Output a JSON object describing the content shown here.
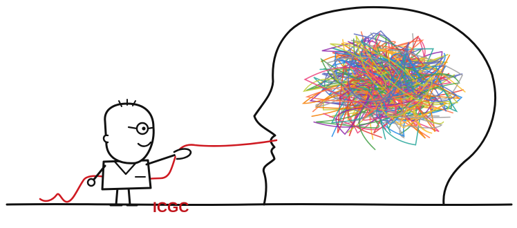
{
  "label": {
    "text": "ICGC",
    "color": "#c0141b"
  },
  "colors": {
    "ink": "#111111",
    "cord": "#cf1a22",
    "tangle": [
      "#e53935",
      "#f57c00",
      "#fbc02d",
      "#8e24aa",
      "#1e88e5",
      "#43a047",
      "#26a69a",
      "#ec407a",
      "#9e9e9e",
      "#ff7043",
      "#5c6bc0",
      "#c0ca33"
    ]
  },
  "icons": [
    "scientist-figure",
    "head-silhouette",
    "tangled-thoughts",
    "red-cord"
  ]
}
